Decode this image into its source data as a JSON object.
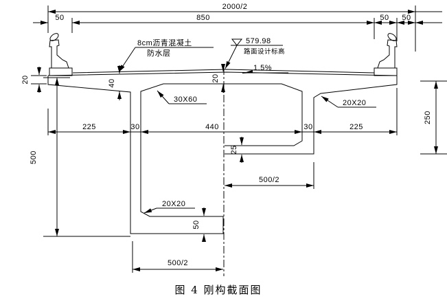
{
  "page": {
    "background": "#ffffff",
    "line_color": "#000000"
  },
  "figure": {
    "caption": "图 4 刚构截面图",
    "annotations": {
      "surfacing_line1": "8cm沥青混凝土",
      "surfacing_line2": "防水层",
      "elevation_value": "579.98",
      "elevation_desc": "路面设计标高",
      "cross_slope": "1.5%",
      "haunch_label": "30X60",
      "fillet_right_label": "20X20",
      "fillet_bottom_label": "20X20"
    },
    "dims": {
      "overall_half_width": "2000/2",
      "edge_strip_left": "50",
      "carriageway": "850",
      "barrier_width": "50",
      "median_edge": "50",
      "cantilever_left": "225",
      "web_left": "30",
      "box_clear_width": "440",
      "web_right": "30",
      "cantilever_right": "225",
      "deck_edge_thickness": "20",
      "slab_at_web": "40",
      "top_slab_center": "20",
      "section_height_left": "500",
      "section_height_right": "250",
      "bottom_slab_right": "25",
      "bottom_slab_left": "50",
      "half_box_right": "500/2",
      "half_box_bottom": "500/2"
    }
  }
}
